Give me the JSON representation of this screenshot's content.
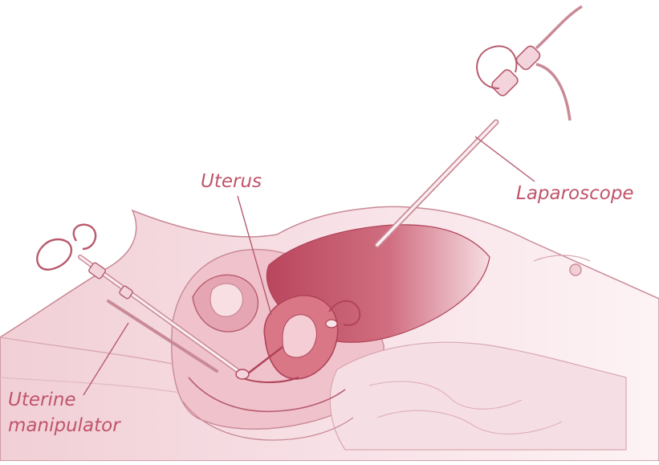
{
  "colors": {
    "label": "#c0546a",
    "outline": "#c98a96",
    "skin_light": "#fbeef1",
    "skin_mid": "#f3d4dc",
    "tissue": "#e7a9b5",
    "cavity": "#c85868",
    "deep": "#b04459"
  },
  "labels": {
    "uterus": "Uterus",
    "laparoscope": "Laparoscope",
    "uterine_manipulator": {
      "line1": "Uterine",
      "line2": "manipulator"
    }
  }
}
